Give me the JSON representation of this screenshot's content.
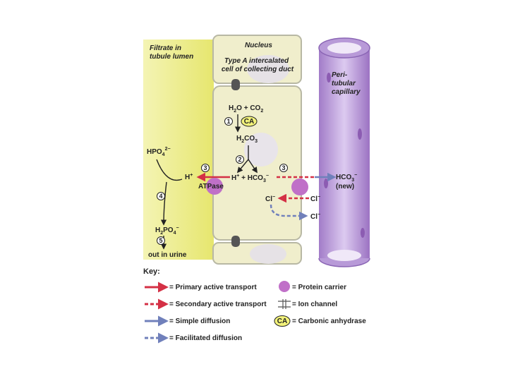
{
  "diagram": {
    "labels": {
      "filtrate": [
        "Filtrate in",
        "tubule lumen"
      ],
      "nucleus": "Nucleus",
      "cell": [
        "Type A intercalated",
        "cell of collecting duct"
      ],
      "capillary": [
        "Peri-",
        "tubular",
        "capillary"
      ],
      "hpo4": "HPO",
      "hpo4_sub": "4",
      "hpo4_sup": "2−",
      "h2po4": "H",
      "h2po4_sub1": "2",
      "h2po4_po": "PO",
      "h2po4_sub2": "4",
      "h2po4_sup": "−",
      "out_urine": "out in urine",
      "h2o_co2": [
        "H",
        "2",
        "O  +  CO",
        "2"
      ],
      "h2co3": [
        "H",
        "2",
        "CO",
        "3"
      ],
      "h_plus_hco3": [
        "H",
        "+",
        "  +  HCO",
        "3",
        "−"
      ],
      "h_plus_left": [
        "H",
        "+"
      ],
      "atpase": "ATPase",
      "hco3_new": [
        "HCO",
        "3",
        "−"
      ],
      "new": "(new)",
      "cl_cell": [
        "Cl",
        "−"
      ],
      "cl_blood_1": [
        "Cl",
        "−"
      ],
      "cl_blood_2": [
        "Cl",
        "−"
      ],
      "ca": "CA",
      "steps": [
        "1",
        "2",
        "3",
        "3",
        "4",
        "5"
      ]
    },
    "colors": {
      "lumen": "#eeee90",
      "cell": "#f0eecc",
      "capillary": "#c9aee0",
      "primary_active": "#d43045",
      "secondary_active": "#d43045",
      "simple_diffusion": "#7080bb",
      "facilitated_diffusion": "#7080bb",
      "carrier": "#c070c8",
      "ca_fill": "#f2f27a"
    }
  },
  "key": {
    "title": "Key:",
    "items": [
      {
        "label": "= Primary active transport",
        "kind": "solid-red-arrow"
      },
      {
        "label": "= Secondary active transport",
        "kind": "dashed-red-arrow"
      },
      {
        "label": "= Simple diffusion",
        "kind": "solid-blue-arrow"
      },
      {
        "label": "= Facilitated diffusion",
        "kind": "dashed-blue-arrow"
      },
      {
        "label": "= Protein carrier",
        "kind": "carrier-circle"
      },
      {
        "label": "= Ion channel",
        "kind": "ion-channel"
      },
      {
        "label": "= Carbonic anhydrase",
        "kind": "ca-badge"
      }
    ],
    "ca_badge": "CA"
  }
}
